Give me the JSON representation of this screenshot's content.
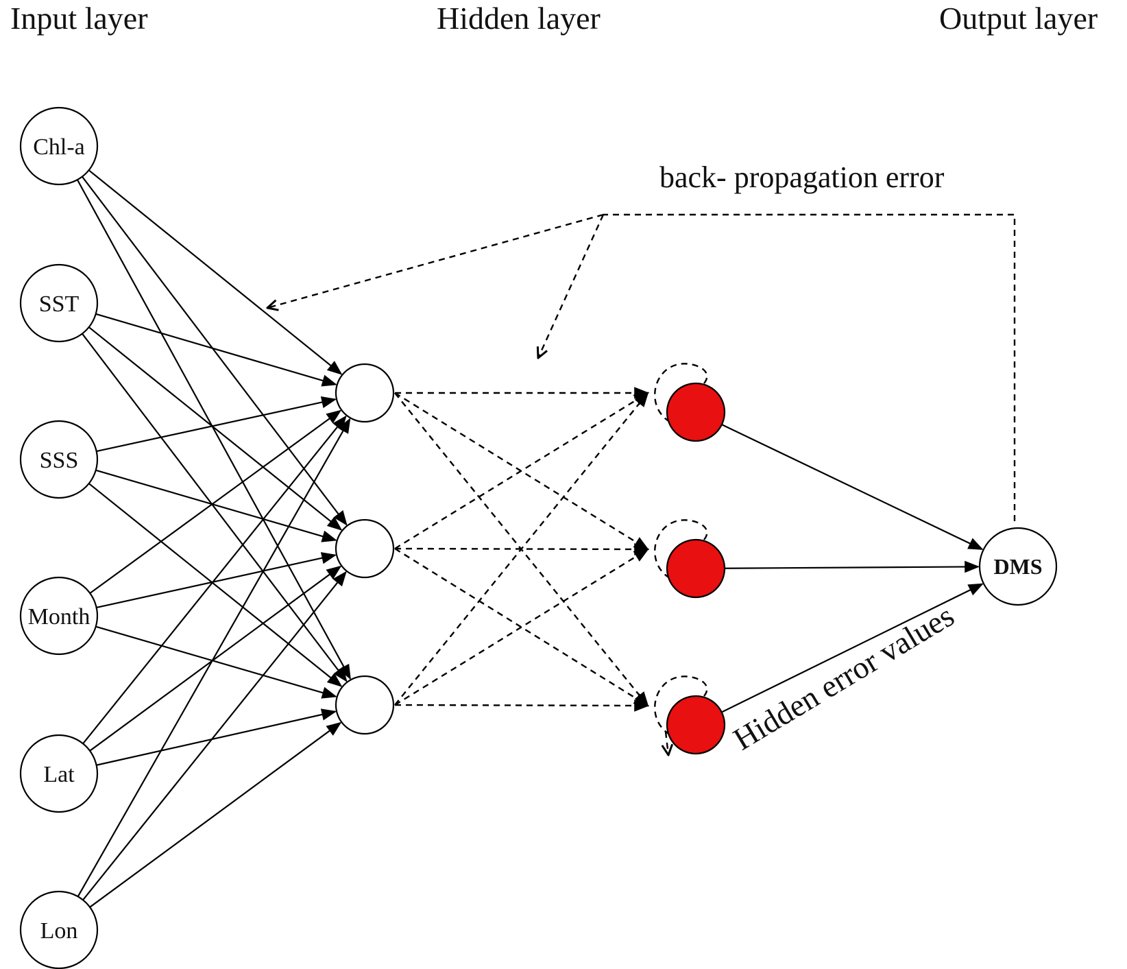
{
  "titles": {
    "input": "Input layer",
    "hidden": "Hidden layer",
    "output": "Output layer"
  },
  "inputs": [
    "Chl-a",
    "SST",
    "SSS",
    "Month",
    "Lat",
    "Lon"
  ],
  "output_label": "DMS",
  "annotations": {
    "backprop": "back- propagation error",
    "hidden_error": "Hidden error values"
  },
  "colors": {
    "hidden_node_fill": "#e81010",
    "output_text": "#cc1111",
    "line": "#000000"
  }
}
